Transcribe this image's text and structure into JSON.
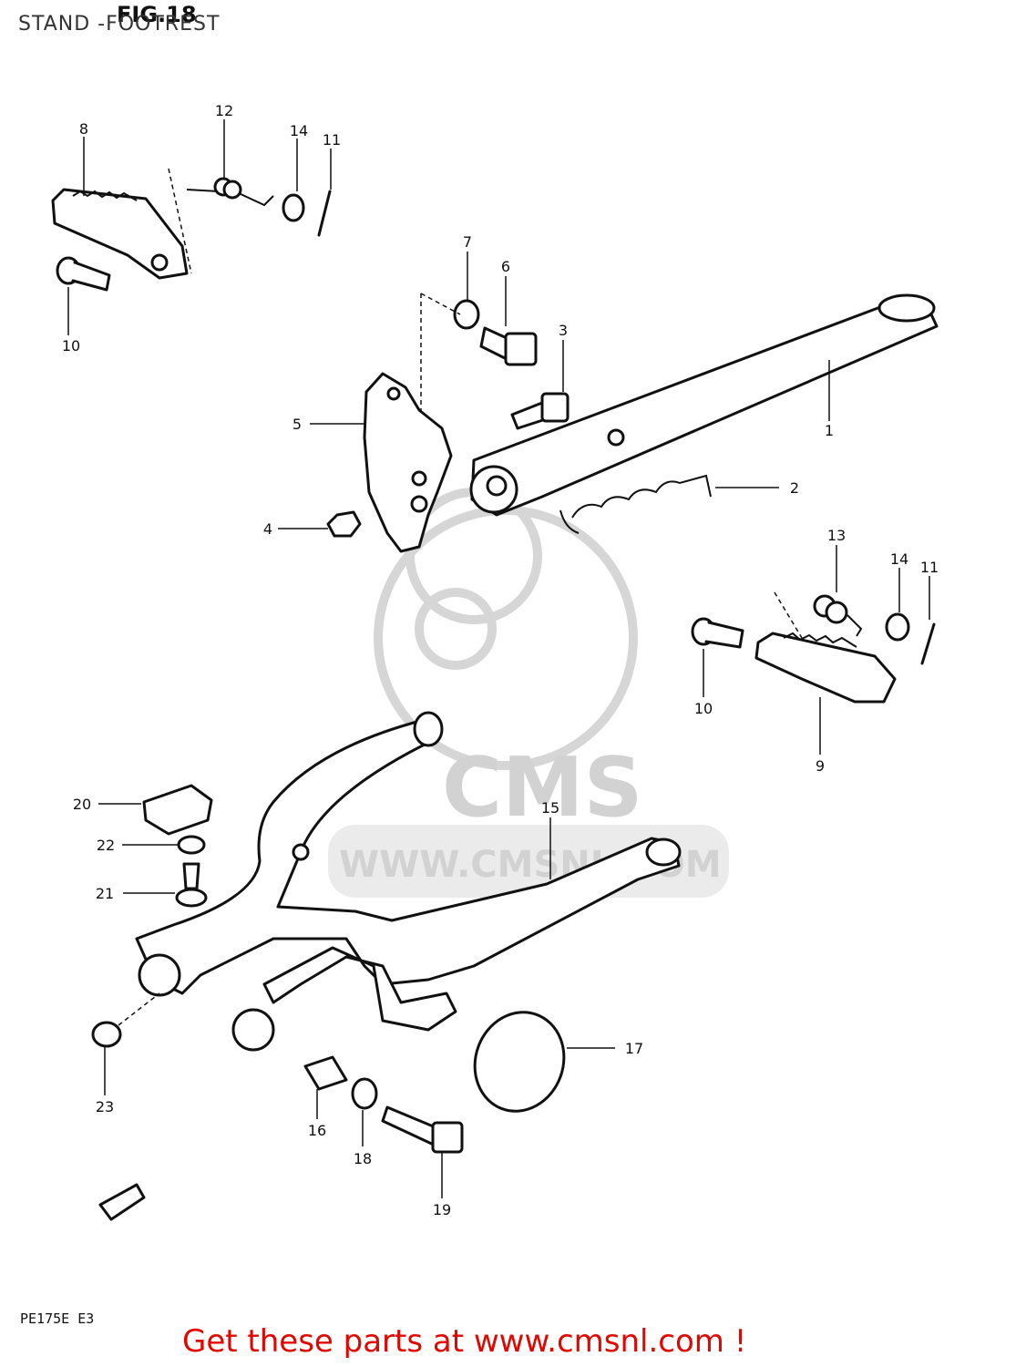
{
  "header": {
    "title": "STAND -FOOTREST",
    "figure": "FIG.18"
  },
  "footer": {
    "model": "PE175E E3",
    "link_text": "Get these parts at www.cmsnl.com !"
  },
  "watermark": {
    "logo_text": "CMS",
    "url_text": "WWW.CMSNL.COM"
  },
  "callouts": [
    "1",
    "2",
    "3",
    "4",
    "5",
    "6",
    "7",
    "8",
    "9",
    "10",
    "10",
    "11",
    "11",
    "12",
    "13",
    "14",
    "14",
    "15",
    "16",
    "17",
    "18",
    "19",
    "20",
    "21",
    "22",
    "23"
  ],
  "colors": {
    "link": "#e10600",
    "line": "#111111",
    "watermark": "#d2d2d2"
  }
}
